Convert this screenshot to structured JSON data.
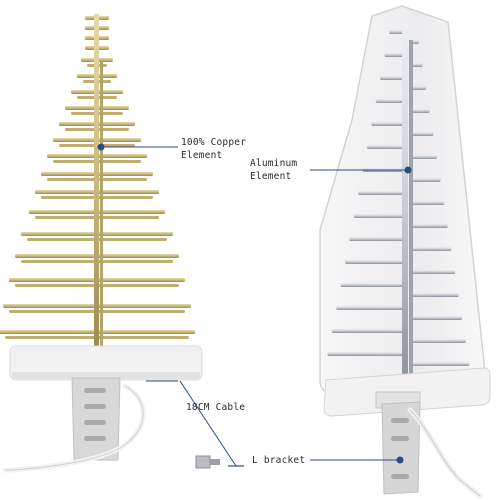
{
  "labels": {
    "copper_line1": "100% Copper",
    "copper_line2": "Element",
    "aluminum_line1": "Aluminum",
    "aluminum_line2": "Element",
    "cable": "18CM Cable",
    "bracket": "L bracket"
  },
  "colors": {
    "copper": "#c9b97c",
    "copper_dark": "#9a8a52",
    "aluminum": "#c8ccd2",
    "aluminum_dark": "#8a8f97",
    "base": "#f3f3f3",
    "bracket": "#d9d9d9",
    "leader": "#2f4b7c"
  }
}
